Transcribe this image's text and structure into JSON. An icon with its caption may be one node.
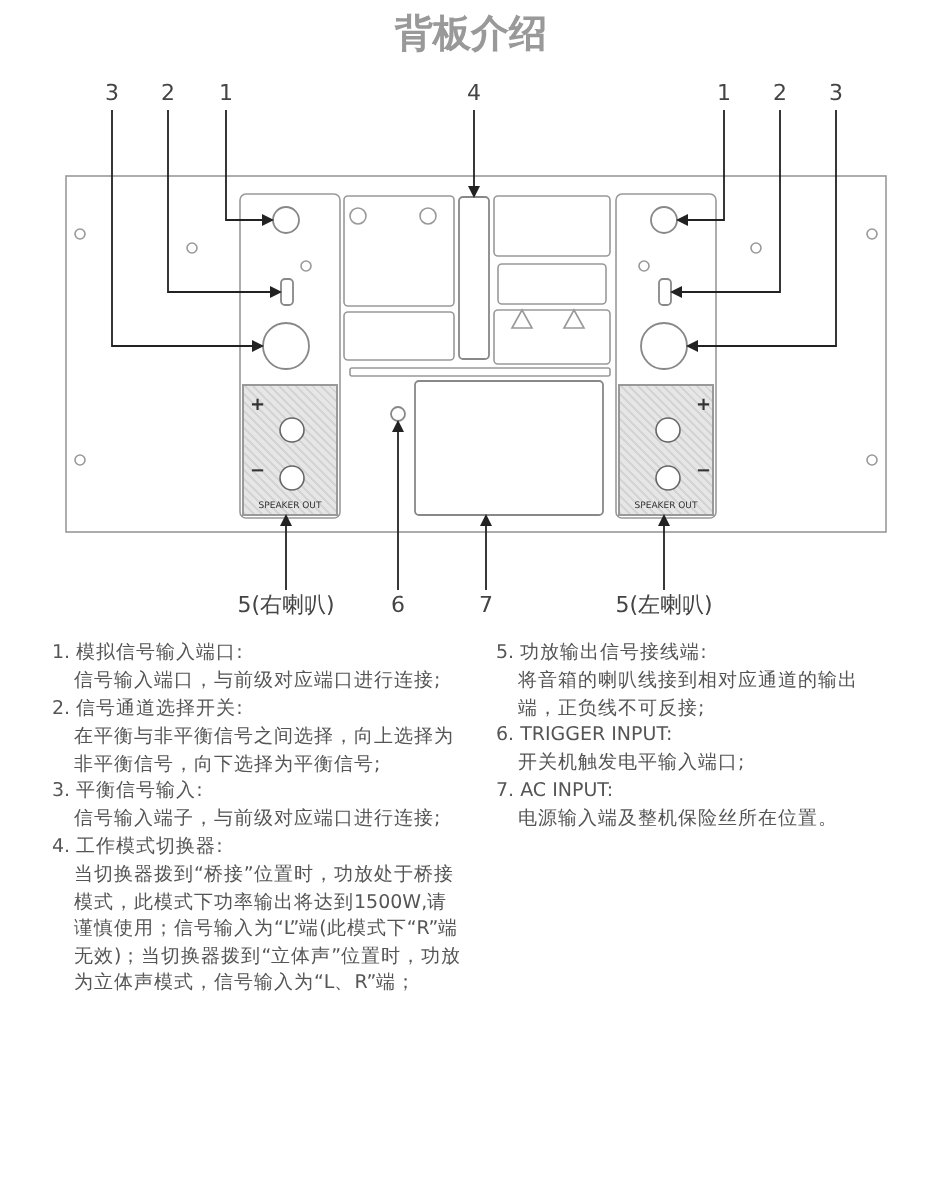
{
  "diagram": {
    "title": "背板介绍",
    "nodes": [
      {
        "text": [
          "3"
        ]
      },
      {
        "text": [
          "2"
        ]
      },
      {
        "text": [
          "1"
        ]
      },
      {
        "text": [
          "4"
        ]
      },
      {
        "text": [
          "1"
        ]
      },
      {
        "text": [
          "2"
        ]
      },
      {
        "text": [
          "3"
        ]
      },
      {
        "text": [
          "5(右喇叭)"
        ]
      },
      {
        "text": [
          "6"
        ]
      },
      {
        "text": [
          "7"
        ]
      },
      {
        "text": [
          "5(左喇叭)"
        ]
      },
      {
        "text": [],
        "shape": "circle"
      },
      {
        "text": [],
        "shape": "box"
      },
      {
        "text": [],
        "shape": "circle"
      },
      {
        "text": [],
        "shape": "box"
      },
      {
        "text": [],
        "shape": "circle"
      },
      {
        "text": [],
        "shape": "box"
      },
      {
        "text": [],
        "shape": "circle"
      },
      {
        "text": [
          "SPEAKER OUT"
        ]
      },
      {
        "text": [],
        "shape": "circle"
      },
      {
        "text": [],
        "shape": "box"
      },
      {
        "text": [
          "SPEAKER OUT"
        ]
      }
    ],
    "edges": [
      {
        "from": 0,
        "to": 13,
        "arrow": "to"
      },
      {
        "from": 1,
        "to": 12,
        "arrow": "to"
      },
      {
        "from": 2,
        "to": 11,
        "arrow": "to"
      },
      {
        "from": 3,
        "to": 14,
        "arrow": "to"
      },
      {
        "from": 4,
        "to": 15,
        "arrow": "to"
      },
      {
        "from": 5,
        "to": 16,
        "arrow": "to"
      },
      {
        "from": 6,
        "to": 17,
        "arrow": "to"
      },
      {
        "from": 7,
        "to": 18,
        "arrow": "to"
      },
      {
        "from": 8,
        "to": 19,
        "arrow": "to"
      },
      {
        "from": 9,
        "to": 20,
        "arrow": "to"
      },
      {
        "from": 10,
        "to": 21,
        "arrow": "to"
      }
    ],
    "labels": [
      "+",
      "−",
      "+",
      "−",
      "1. 模拟信号输入端口:",
      "信号输入端口，与前级对应端口进行连接;",
      "2. 信号通道选择开关:",
      "在平衡与非平衡信号之间选择，向上选择为非平衡信号，向下选择为平衡信号;",
      "3. 平衡信号输入:",
      "信号输入端子，与前级对应端口进行连接;",
      "4. 工作模式切换器:",
      "当切换器拨到“桥接”位置时，功放处于桥接模式，此模式下功率输出将达到1500W,请谨慎使用；信号输入为“L”端(此模式下“R”端无效)；当切换器拨到“立体声”位置时，功放为立体声模式，信号输入为“L、R”端；",
      "5. 功放输出信号接线端:",
      "将音箱的喇叭线接到相对应通道的输出端，正负线不可反接;",
      "6. TRIGGER INPUT:",
      "开关机触发电平输入端口;",
      "7. AC INPUT:",
      "电源输入端及整机保险丝所在位置。"
    ]
  }
}
